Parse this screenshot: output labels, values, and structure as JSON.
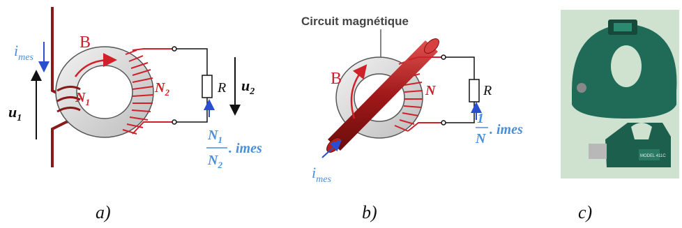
{
  "figure": {
    "panel_a": {
      "field_label": "B",
      "current_label": "i",
      "current_sub": "mes",
      "voltage_primary": "u",
      "voltage_primary_sub": "1",
      "voltage_secondary": "u",
      "voltage_secondary_sub": "2",
      "winding_primary": "N",
      "winding_primary_sub": "1",
      "winding_secondary": "N",
      "winding_secondary_sub": "2",
      "resistor_label": "R",
      "ratio_num": "N",
      "ratio_num_sub": "1",
      "ratio_den": "N",
      "ratio_den_sub": "2",
      "ratio_suffix": ". im",
      "ratio_suffix_sub": "es",
      "caption": "a)"
    },
    "panel_b": {
      "title": "Circuit magnétique",
      "field_label": "B",
      "winding_label": "N",
      "resistor_label": "R",
      "ratio_num": "1",
      "ratio_den": "N",
      "ratio_suffix": ". im",
      "ratio_suffix_sub": "es",
      "current_label": "i",
      "current_sub": "mes",
      "caption": "b)"
    },
    "panel_c": {
      "device_label": "MODEL 411C",
      "caption": "c)"
    }
  },
  "colors": {
    "red": "#d0202a",
    "dark_red": "#8a1a1a",
    "blue": "#4a90d9",
    "ring_fill": "#d9d9d9",
    "device_green": "#1f6b57",
    "photo_bg": "#cfe2cf"
  }
}
